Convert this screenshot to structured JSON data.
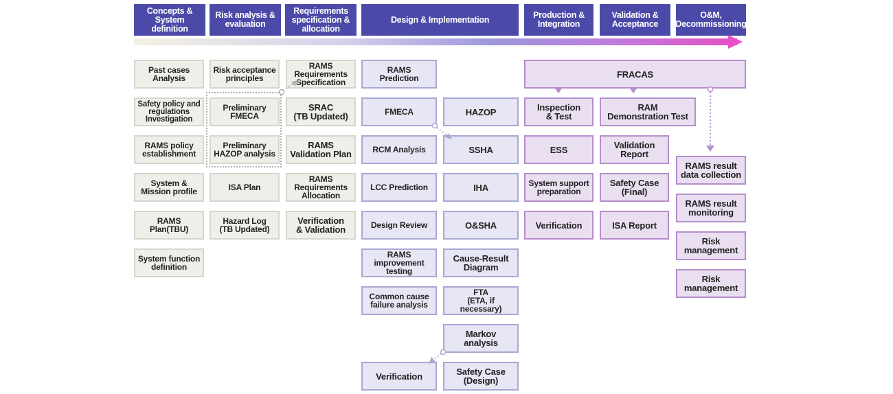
{
  "phases": [
    "Concepts &\nSystem definition",
    "Risk analysis &\nevaluation",
    "Requirements\nspecification &\nallocation",
    "Design & Implementation",
    "Production &\nIntegration",
    "Validation &\nAcceptance",
    "O&M,\nDecommissioning"
  ],
  "col1": [
    "Past cases\nAnalysis",
    "Safety policy and\nregulations\nInvestigation",
    "RAMS policy\nestablishment",
    "System &\nMission profile",
    "RAMS\nPlan(TBU)",
    "System function\ndefinition"
  ],
  "col2": [
    "Risk acceptance\nprinciples",
    "Preliminary\nFMECA",
    "Preliminary\nHAZOP analysis",
    "ISA Plan",
    "Hazard Log\n(TB Updated)"
  ],
  "col3": [
    "RAMS\nRequirements\nSpecification",
    "SRAC\n(TB Updated)",
    "RAMS\nValidation Plan",
    "RAMS\nRequirements\nAllocation",
    "Verification\n& Validation"
  ],
  "col4": [
    "RAMS\nPrediction",
    "FMECA",
    "RCM Analysis",
    "LCC Prediction",
    "Design Review",
    "RAMS\nimprovement\ntesting",
    "Common cause\nfailure analysis",
    "Verification"
  ],
  "col5": [
    "HAZOP",
    "SSHA",
    "IHA",
    "O&SHA",
    "Cause-Result\nDiagram",
    "FTA\n(ETA, if necessary)",
    "Markov\nanalysis",
    "Safety Case\n(Design)"
  ],
  "fracas": "FRACAS",
  "col6": [
    "Inspection\n& Test",
    "ESS",
    "System support\npreparation",
    "Verification"
  ],
  "col7": [
    "RAM\nDemonstration Test",
    "Validation\nReport",
    "Safety Case\n(Final)",
    "ISA Report"
  ],
  "col8": [
    "RAMS result\ndata collection",
    "RAMS result\nmonitoring",
    "Risk\nmanagement",
    "Risk\nmanagement"
  ],
  "colors": {
    "header": "#4b4aa8",
    "gray_fill": "#efeee9",
    "blue_fill": "#e6e6f4",
    "purple_fill": "#eadff0",
    "arrow_end": "#e84fc8"
  }
}
